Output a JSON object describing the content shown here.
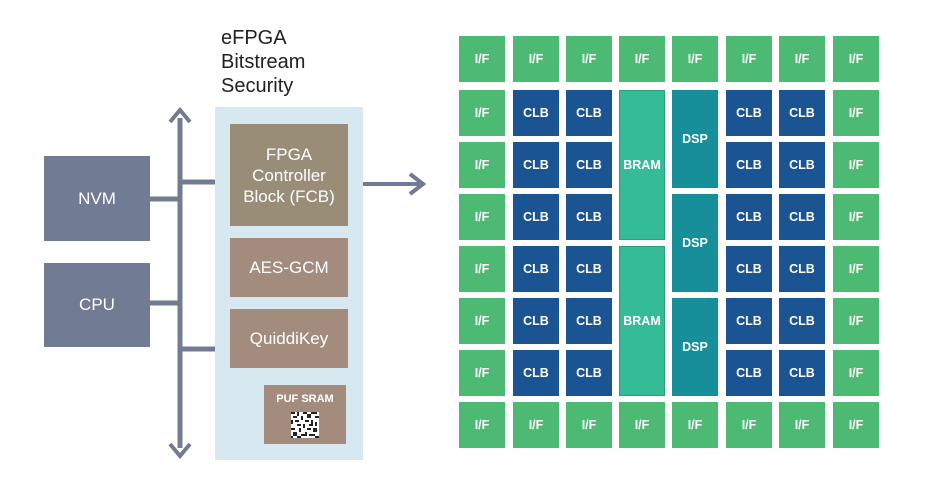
{
  "security_panel": {
    "title_lines": [
      "eFPGA",
      "Bitstream",
      "Security"
    ],
    "fcb_lines": [
      "FPGA",
      "Controller",
      "Block (FCB)"
    ],
    "aes": "AES-GCM",
    "quiddikey": "QuiddiKey",
    "puf_sram": "PUF SRAM"
  },
  "left_blocks": {
    "nvm": "NVM",
    "cpu": "CPU"
  },
  "fabric": {
    "cell_labels": {
      "if": "I/F",
      "clb": "CLB",
      "bram": "BRAM",
      "dsp": "DSP"
    },
    "colors": {
      "if": "#4cba72",
      "clb": "#1b5493",
      "bram": "#34bc96",
      "dsp": "#178f9a"
    }
  }
}
